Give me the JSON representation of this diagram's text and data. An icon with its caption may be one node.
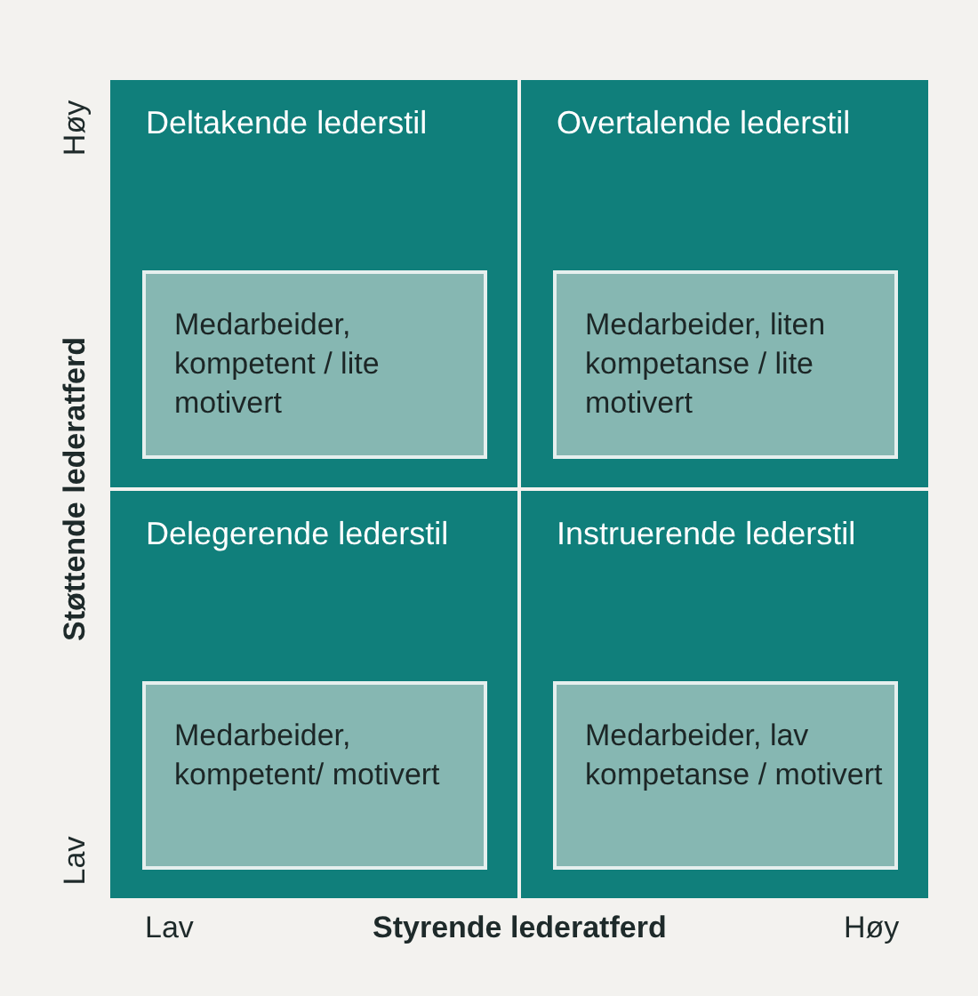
{
  "diagram": {
    "nodes": [
      {
        "text": [
          "Deltakende lederstil"
        ]
      },
      {
        "text": [
          "Medarbeider, kompetent / lite motivert"
        ],
        "in": 0
      },
      {
        "text": [
          "Overtalende lederstil"
        ]
      },
      {
        "text": [
          "Medarbeider, liten kompetanse / lite motivert"
        ],
        "in": 2
      },
      {
        "text": [
          "Delegerende lederstil"
        ]
      },
      {
        "text": [
          "Medarbeider, kompetent/ motivert"
        ],
        "in": 4
      },
      {
        "text": [
          "Instruerende lederstil"
        ]
      },
      {
        "text": [
          "Medarbeider, lav kompetanse / motivert"
        ],
        "in": 6
      }
    ],
    "labels": [
      "Høy",
      "Støttende lederatferd",
      "Lav",
      "Lav",
      "Styrende lederatferd",
      "Høy"
    ]
  }
}
